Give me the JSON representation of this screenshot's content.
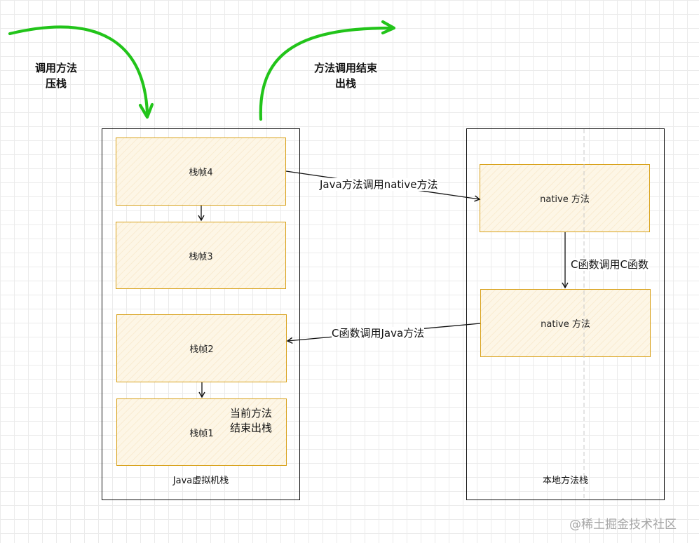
{
  "push_label": [
    "调用方法",
    "压栈"
  ],
  "pop_label": [
    "方法调用结束",
    "出栈"
  ],
  "jvm_stack": {
    "title": "Java虚拟机栈",
    "frames": [
      "栈帧4",
      "栈帧3",
      "栈帧2",
      "栈帧1"
    ]
  },
  "native_stack": {
    "title": "本地方法栈",
    "frames": [
      "native 方法",
      "native 方法"
    ]
  },
  "labels": {
    "java_to_native": "Java方法调用native方法",
    "c_to_c": "C函数调用C函数",
    "c_to_java": "C函数调用Java方法"
  },
  "note": [
    "当前方法",
    "结束出栈"
  ],
  "watermark": "@稀土掘金技术社区",
  "colors": {
    "frame_border": "#d8a11a",
    "frame_fill": "#fdf6e6",
    "green_arrow": "#22c41a",
    "line": "#111111"
  }
}
